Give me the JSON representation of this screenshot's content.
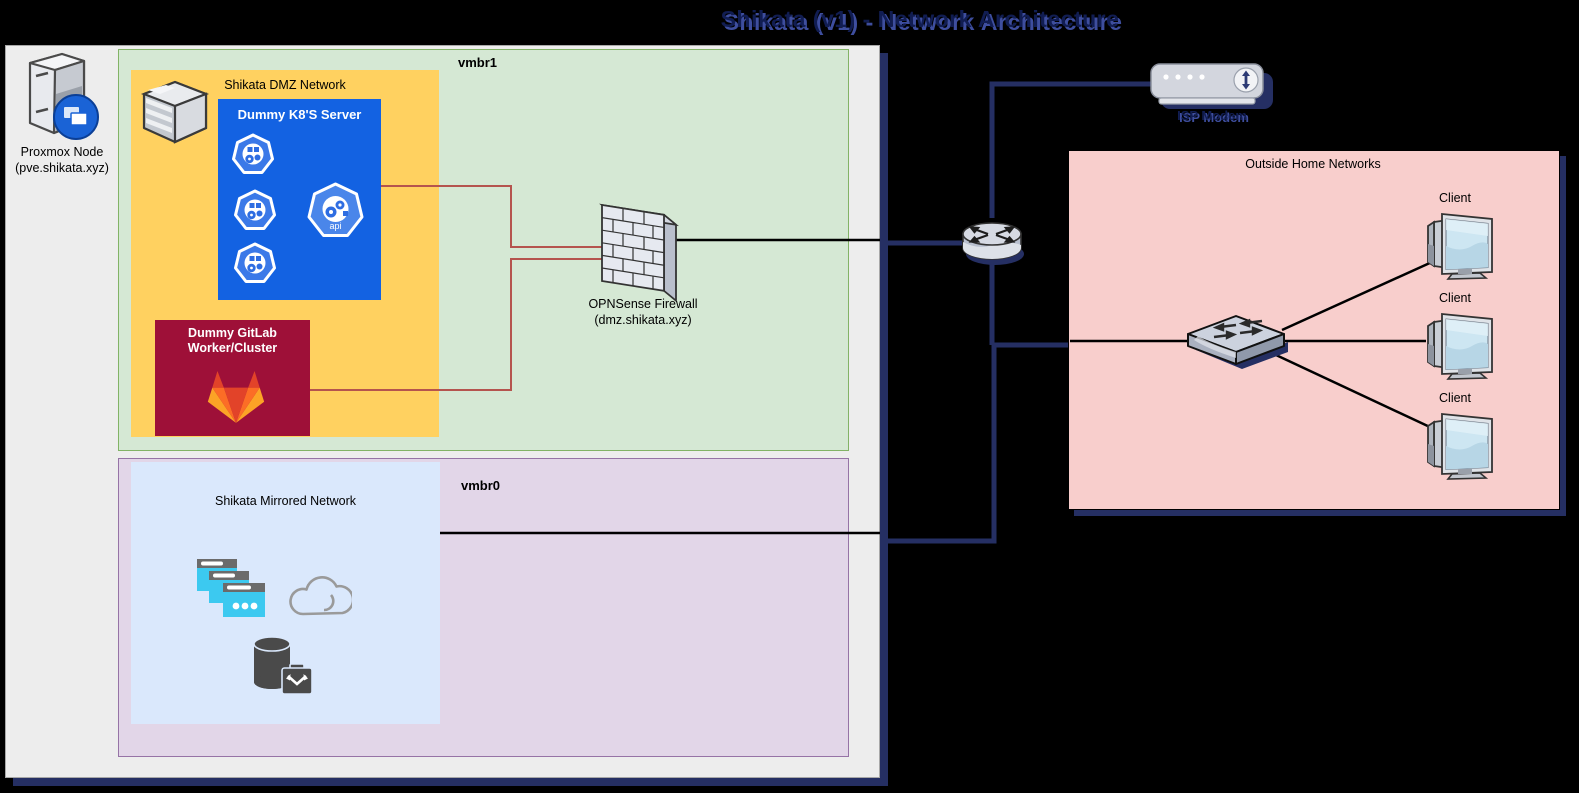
{
  "title": "Shikata (v1) - Network Architecture",
  "proxmox": {
    "label_line1": "Proxmox Node",
    "label_line2": "(pve.shikata.xyz)"
  },
  "vmbr1": {
    "label": "vmbr1",
    "dmz": {
      "label": "Shikata DMZ Network",
      "k8s": {
        "label": "Dummy K8'S Server",
        "api_label": "api"
      },
      "gitlab": {
        "label_line1": "Dummy GitLab",
        "label_line2": "Worker/Cluster"
      }
    },
    "firewall": {
      "label_line1": "OPNSense Firewall",
      "label_line2": "(dmz.shikata.xyz)"
    }
  },
  "vmbr0": {
    "label": "vmbr0",
    "mirrored": {
      "label": "Shikata Mirrored Network"
    }
  },
  "isp_modem": {
    "label": "ISP Modem"
  },
  "outside": {
    "label": "Outside Home Networks",
    "clients": [
      {
        "label": "Client"
      },
      {
        "label": "Client"
      },
      {
        "label": "Client"
      }
    ]
  },
  "colors": {
    "navy": "#252f63",
    "title-navy": "#111d52",
    "title-shadow": "#3e4e9e",
    "container": "#ededed",
    "green-fill": "#d5e8d4",
    "green-border": "#82b366",
    "orange": "#ffd160",
    "blue": "#1362e2",
    "crimson": "#9e1038",
    "lavender": "#e2d6e8",
    "lavender-border": "#9673a6",
    "lightblue": "#dae8fc",
    "pink": "#f8cecc",
    "line-red": "#b5544e",
    "cyan": "#3cc9f0",
    "gitlab-red": "#e24329",
    "gitlab-orange": "#fc6d26",
    "gitlab-yellow": "#fca326"
  }
}
